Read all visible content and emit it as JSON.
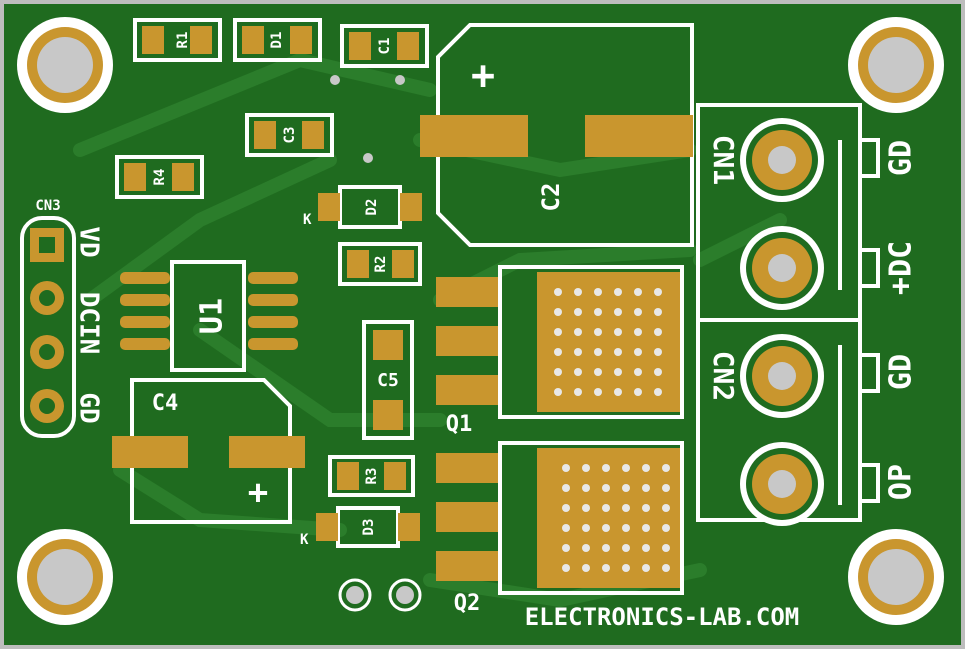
{
  "colors": {
    "board": "#1f6b1f",
    "trace": "#2b7d2b",
    "pad": "#c9962e",
    "silk": "#ffffff",
    "hole": "#c8c8c8",
    "edge": "#bdbdbd"
  },
  "refs": {
    "r1": "R1",
    "d1": "D1",
    "c1": "C1",
    "c3": "C3",
    "r4": "R4",
    "d2": "D2",
    "r2": "R2",
    "u1": "U1",
    "c5": "C5",
    "c4": "C4",
    "r3": "R3",
    "d3": "D3",
    "c2": "C2",
    "q1": "Q1",
    "q2": "Q2",
    "cn1": "CN1",
    "cn2": "CN2",
    "cn3": "CN3"
  },
  "pin_labels": {
    "cn3_vd": "VD",
    "cn3_dcin": "DCIN",
    "cn3_gd": "GD",
    "cn1_gd": "GD",
    "cn1_dc": "+DC",
    "cn2_gd": "GD",
    "cn2_op": "OP"
  },
  "marks": {
    "cathode_d2": "K",
    "cathode_d3": "K",
    "plus_c2": "+",
    "plus_c4": "+"
  },
  "brand": "ELECTRONICS-LAB.COM"
}
